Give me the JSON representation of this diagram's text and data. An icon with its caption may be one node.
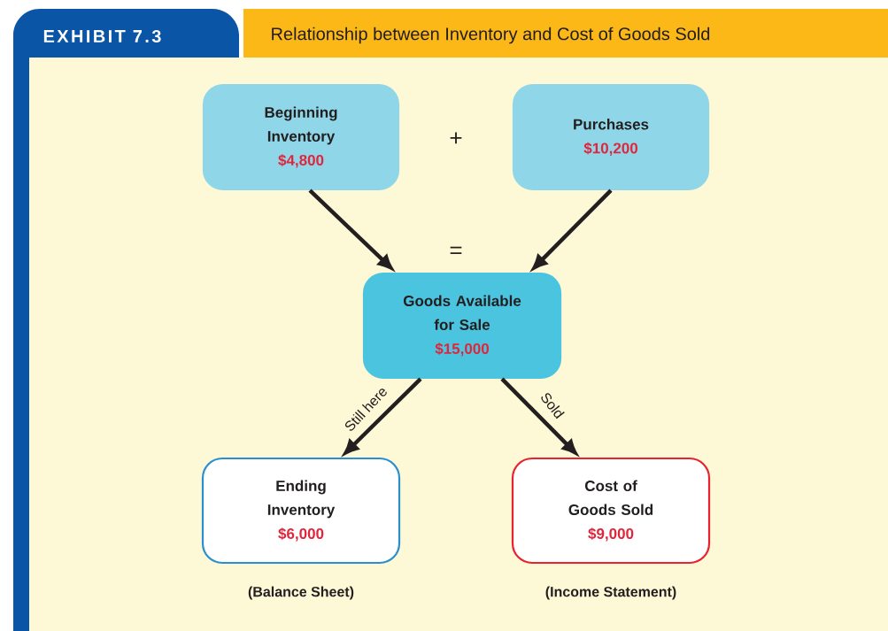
{
  "diagram": {
    "title": "Relationship between Inventory and Cost of Goods Sold",
    "nodes": [
      {
        "text": [
          "Beginning Inventory",
          "$4,800"
        ]
      },
      {
        "text": [
          "Purchases",
          "$10,200"
        ]
      },
      {
        "text": [
          "Goods Available for Sale",
          "$15,000"
        ]
      },
      {
        "text": [
          "Ending Inventory",
          "$6,000"
        ],
        "beside": [
          "(Balance Sheet)"
        ]
      },
      {
        "text": [
          "Cost of Goods Sold",
          "$9,000"
        ],
        "beside": [
          "(Income Statement)"
        ]
      }
    ],
    "edges": [
      {
        "from": 0,
        "to": 2,
        "arrow": "to"
      },
      {
        "from": 1,
        "to": 2,
        "arrow": "to"
      },
      {
        "from": 2,
        "to": 3,
        "arrow": "to",
        "label": "Still here"
      },
      {
        "from": 2,
        "to": 4,
        "arrow": "to",
        "label": "Sold"
      }
    ],
    "labels": [
      "EXHIBIT 7.3",
      "+",
      "="
    ]
  }
}
